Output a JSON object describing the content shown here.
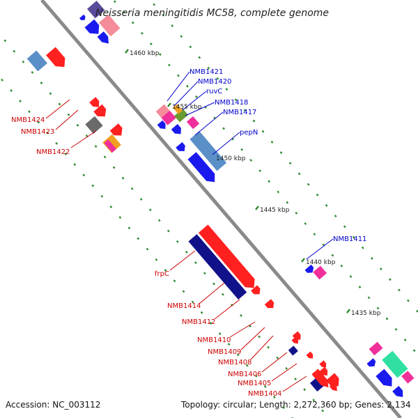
{
  "title": "Neisseria meningitidis MC58, complete genome",
  "footer": {
    "accession": "Accession: NC_003112",
    "topology": "Topology: circular; Length: 2,272,360 bp; Genes: 2,134"
  },
  "colors": {
    "backbone": "#8a8a8a",
    "dots": "#2e8b2e",
    "forward_label": "#0000cc",
    "reverse_label": "#cc0000",
    "red": "#ff2020",
    "blue": "#1a1aee",
    "navy": "#11118a",
    "pink": "#f58c9a",
    "magenta": "#f0309a",
    "steel": "#5a8fc8",
    "lavender": "#5a4a9a",
    "gray": "#6a6a6a",
    "olive": "#6a9a30",
    "teal": "#30e0a0",
    "orange": "#f0a020"
  },
  "ticks": [
    {
      "label": "1460 kbp"
    },
    {
      "label": "1455 kbp"
    },
    {
      "label": "1450 kbp"
    },
    {
      "label": "1445 kbp"
    },
    {
      "label": "1440 kbp"
    },
    {
      "label": "1435 kbp"
    }
  ],
  "forward_labels": [
    {
      "text": "NMB1421"
    },
    {
      "text": "NMB1420"
    },
    {
      "text": "ruvC"
    },
    {
      "text": "NMB1418"
    },
    {
      "text": "NMB1417"
    },
    {
      "text": "pepN"
    },
    {
      "text": "NMB1411"
    }
  ],
  "reverse_labels": [
    {
      "text": "NMB1424"
    },
    {
      "text": "NMB1423"
    },
    {
      "text": "NMB1422"
    },
    {
      "text": "frpC"
    },
    {
      "text": "NMB1414"
    },
    {
      "text": "NMB1412"
    },
    {
      "text": "NMB1410"
    },
    {
      "text": "NMB1409"
    },
    {
      "text": "NMB1408"
    },
    {
      "text": "NMB1406"
    },
    {
      "text": "NMB1405"
    },
    {
      "text": "NMB1404"
    }
  ]
}
